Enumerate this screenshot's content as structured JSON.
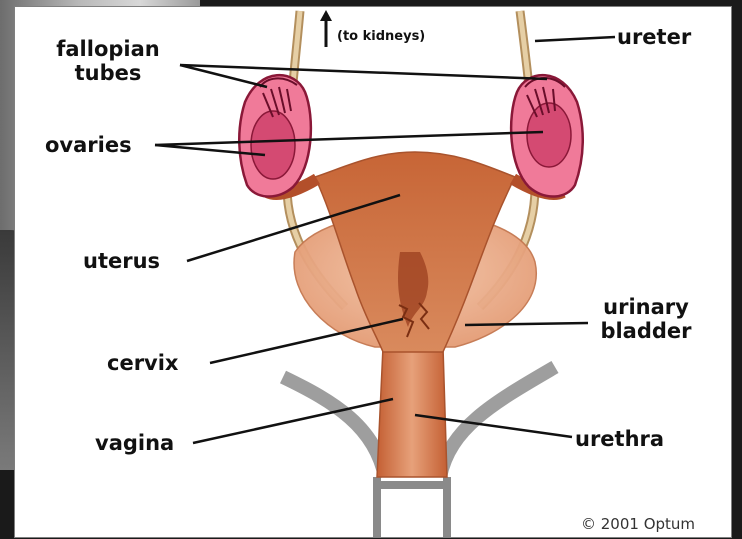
{
  "labels": {
    "to_kidneys": "(to kidneys)",
    "ureter": "ureter",
    "fallopian_line1": "fallopian",
    "fallopian_line2": "tubes",
    "ovaries": "ovaries",
    "uterus": "uterus",
    "urinary_line1": "urinary",
    "urinary_line2": "bladder",
    "cervix": "cervix",
    "vagina": "vagina",
    "urethra": "urethra"
  },
  "copyright": "© 2001 Optum",
  "colors": {
    "uterus": "#c9663a",
    "bladder": "#e9a784",
    "ovary": "#e0557a",
    "ureter": "#d8b98a",
    "leader": "#111111"
  }
}
